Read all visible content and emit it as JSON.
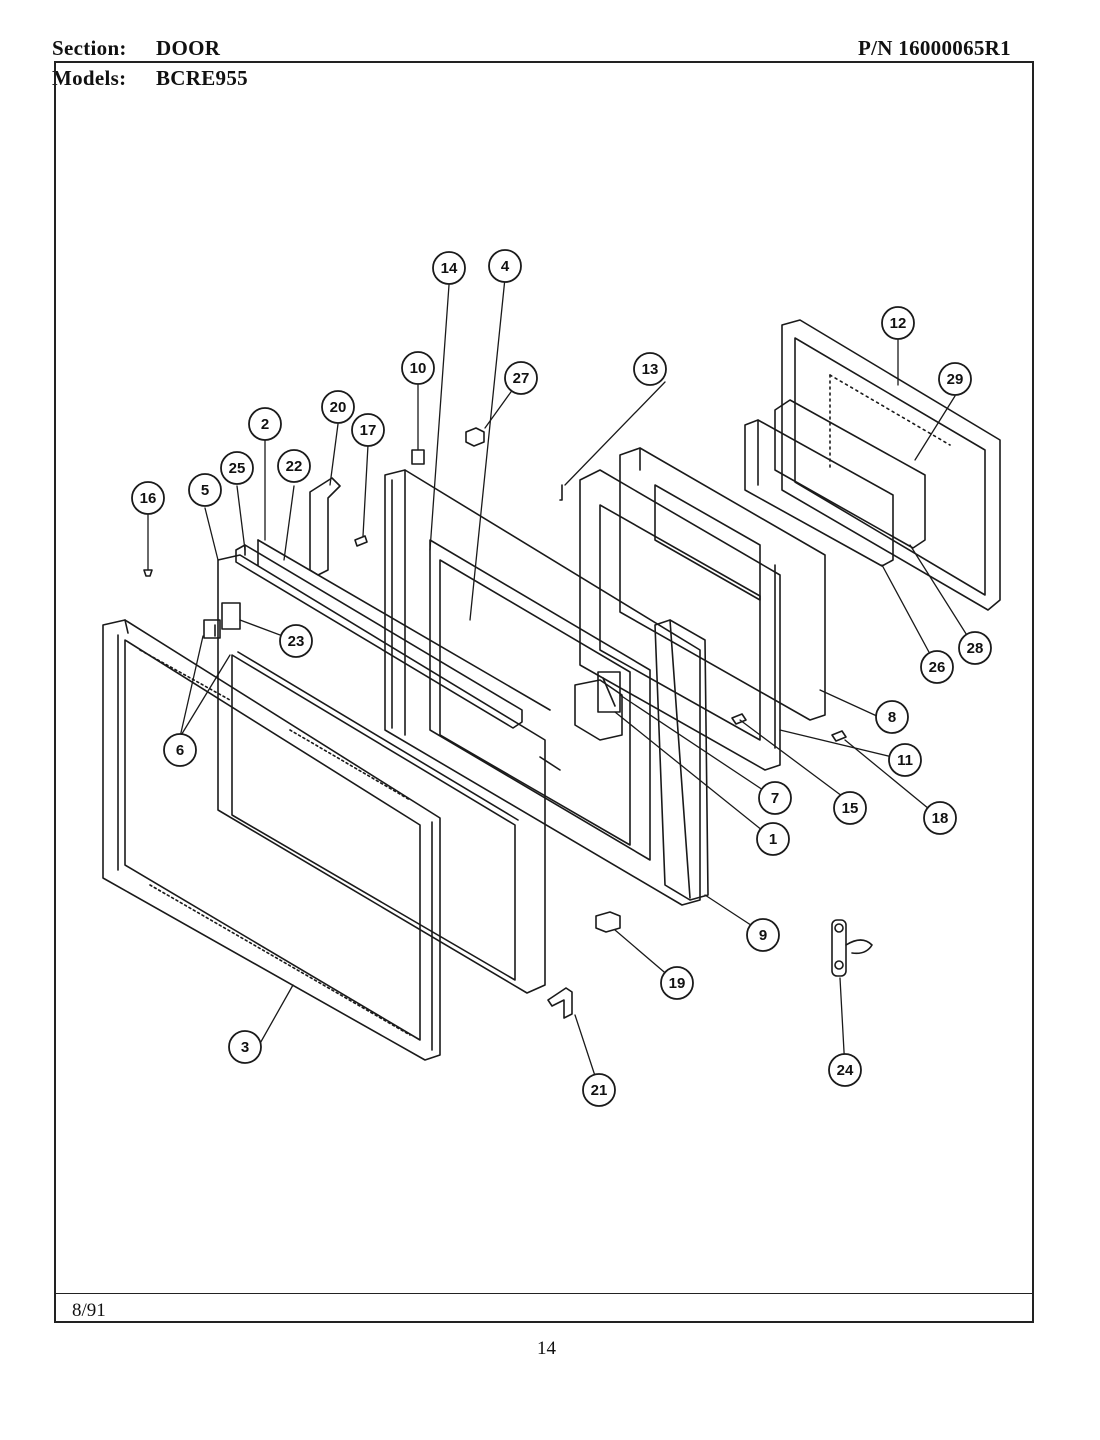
{
  "header": {
    "section_label": "Section:",
    "section_value": "DOOR",
    "models_label": "Models:",
    "models_value": "BCRE955",
    "part_number": "P/N 16000065R1"
  },
  "footer": {
    "date": "8/91",
    "page_number": "14"
  },
  "callouts": [
    {
      "id": "c1",
      "label": "1"
    },
    {
      "id": "c2",
      "label": "2"
    },
    {
      "id": "c3",
      "label": "3"
    },
    {
      "id": "c4",
      "label": "4"
    },
    {
      "id": "c5",
      "label": "5"
    },
    {
      "id": "c6",
      "label": "6"
    },
    {
      "id": "c7",
      "label": "7"
    },
    {
      "id": "c8",
      "label": "8"
    },
    {
      "id": "c9",
      "label": "9"
    },
    {
      "id": "c10",
      "label": "10"
    },
    {
      "id": "c11",
      "label": "11"
    },
    {
      "id": "c12",
      "label": "12"
    },
    {
      "id": "c13",
      "label": "13"
    },
    {
      "id": "c14",
      "label": "14"
    },
    {
      "id": "c15",
      "label": "15"
    },
    {
      "id": "c16",
      "label": "16"
    },
    {
      "id": "c17",
      "label": "17"
    },
    {
      "id": "c18",
      "label": "18"
    },
    {
      "id": "c19",
      "label": "19"
    },
    {
      "id": "c20",
      "label": "20"
    },
    {
      "id": "c21",
      "label": "21"
    },
    {
      "id": "c22",
      "label": "22"
    },
    {
      "id": "c23",
      "label": "23"
    },
    {
      "id": "c24",
      "label": "24"
    },
    {
      "id": "c25",
      "label": "25"
    },
    {
      "id": "c26",
      "label": "26"
    },
    {
      "id": "c27",
      "label": "27"
    },
    {
      "id": "c28",
      "label": "28"
    },
    {
      "id": "c29",
      "label": "29"
    }
  ]
}
